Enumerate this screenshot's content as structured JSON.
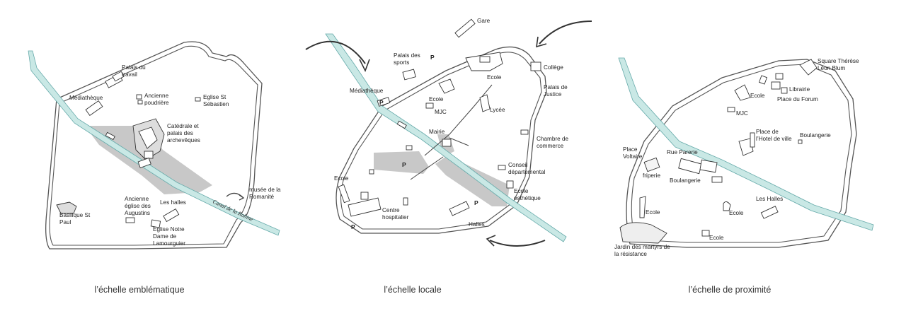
{
  "captions": {
    "emblematic": "l’échelle emblématique",
    "local": "l’échelle locale",
    "proximity": "l’échelle de proximité"
  },
  "map1": {
    "palais_travail": [
      "Palais du",
      "travail"
    ],
    "mediatheque": "Médiathèque",
    "ancienne_poudriere": [
      "Ancienne",
      "poudrière"
    ],
    "eglise_st_sebastien": [
      "Eglise St",
      "Sébastien"
    ],
    "cathedrale": [
      "Catédrale et",
      "palais des",
      "archevêques"
    ],
    "musee": [
      "musée de la",
      "Romanité"
    ],
    "canal": "Canal de la Robine",
    "ancienne_eglise": [
      "Ancienne",
      "église des",
      "Augustins"
    ],
    "les_halles": "Les halles",
    "basilique": [
      "Basilique St",
      "Paul"
    ],
    "eglise_notre_dame": [
      "Eglise Notre",
      "Dame de",
      "Lamourguier"
    ]
  },
  "map2": {
    "gare": "Gare",
    "palais_sports": [
      "Palais des",
      "sports"
    ],
    "college": "Collège",
    "ecole_top": "Ecole",
    "mediatheque": "Médiathèque",
    "ecole_mid": "Ecole",
    "palais_justice": [
      "Palais de",
      "Justice"
    ],
    "mjc": "MJC",
    "lycee": "Lycée",
    "mairie": "Mairie",
    "chambre_commerce": [
      "Chambre de",
      "commerce"
    ],
    "conseil": [
      "Conseil",
      "départemental"
    ],
    "ecole_left": "Ecole",
    "ecole_esthetique": [
      "Ecole",
      "esthétique"
    ],
    "centre_hospitalier": [
      "Centre",
      "hospitalier"
    ],
    "halles": "Halles",
    "parking": "P"
  },
  "map3": {
    "square": [
      "Square Thérèse",
      "Léon Blum"
    ],
    "ecole_top": "Ecole",
    "librairie": "Librairie",
    "place_forum": "Place du Forum",
    "mjc": "MJC",
    "place_hotel": [
      "Place de",
      "l’Hotel de ville"
    ],
    "boulangerie_r": "Boulangerie",
    "place_voltaire": [
      "Place",
      "Voltaire"
    ],
    "rue_parerie": "Rue Parerie",
    "friperie": "friperie",
    "boulangerie_c": "Boulangerie",
    "ecole_left": "Ecole",
    "ecole_mid": "Ecole",
    "les_halles": "Les Halles",
    "ecole_bottom": "Ecole",
    "jardin": [
      "Jardin des martyrs de",
      "la résistance"
    ]
  }
}
